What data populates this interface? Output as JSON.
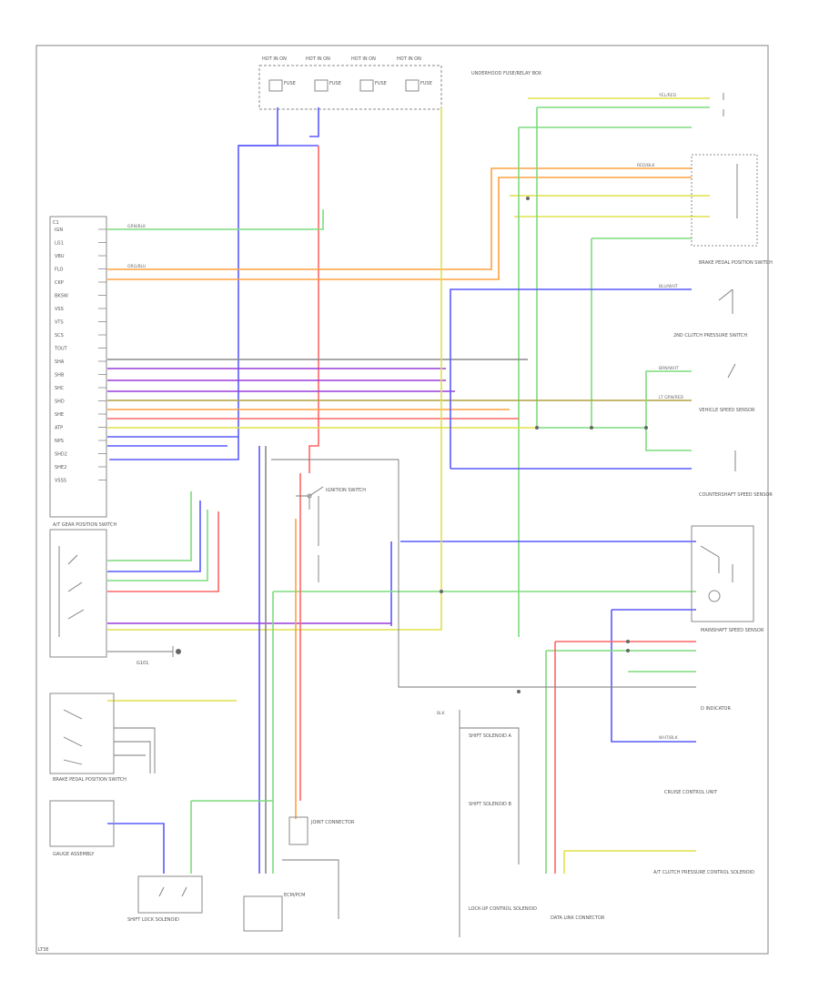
{
  "diagram": {
    "footer_code": "LT3E",
    "colors": {
      "blue": "#5a5aff",
      "violet": "#9a3cdc",
      "red": "#ff6666",
      "green": "#7ddc7d",
      "yellow": "#e0e04c",
      "orange": "#ffa040",
      "gray": "#8a8a8a"
    },
    "fuse_box_label": "UNDERHOOD FUSE/RELAY BOX",
    "fuses": [
      {
        "name": "HOT IN ON",
        "label": "FUSE"
      },
      {
        "name": "HOT IN ON",
        "label": "FUSE"
      },
      {
        "name": "HOT IN ON",
        "label": "FUSE"
      },
      {
        "name": "HOT IN ON",
        "label": "FUSE"
      }
    ],
    "pcm_connector": "C1",
    "pcm_pins": [
      "IGN",
      "LG1",
      "VBU",
      "FLO",
      "CKP",
      "BKSW",
      "VSS",
      "VTS",
      "SCS",
      "TOUT",
      "SHA",
      "SHB",
      "SHC",
      "SHD",
      "SHE",
      "ATP",
      "NPS",
      "SHD2",
      "SHE2",
      "VSSS"
    ],
    "wires": {
      "grn": "GRN/BLK",
      "org": "ORG/BLU",
      "yel": "YEL/RED",
      "red": "RED/BLK",
      "blu": "BLU/WHT",
      "brn": "BRN/WHT",
      "lt_grn": "LT GRN/RED",
      "wht": "WHT/BLK",
      "blk": "BLK"
    },
    "components": {
      "atp_switch": "A/T GEAR POSITION SWITCH",
      "shift_lock": "SHIFT LOCK SOLENOID",
      "brake_switch": "BRAKE PEDAL POSITION SWITCH",
      "speed_sensor": "VEHICLE SPEED SENSOR",
      "countershaft": "COUNTERSHAFT SPEED SENSOR",
      "mainshaft": "MAINSHAFT SPEED SENSOR",
      "cluster": "GAUGE ASSEMBLY",
      "d_indicator": "D INDICATOR",
      "dlc": "DATA LINK CONNECTOR",
      "ground": "G101",
      "ignition_switch": "IGNITION SWITCH",
      "ecm": "ECM/PCM",
      "pressure_switch": "2ND CLUTCH PRESSURE SWITCH",
      "solenoid_a": "SHIFT SOLENOID A",
      "solenoid_b": "SHIFT SOLENOID B",
      "lock_up": "LOCK-UP CONTROL SOLENOID",
      "junction": "JOINT CONNECTOR",
      "transmission": "A/T CLUTCH PRESSURE CONTROL SOLENOID",
      "cruise": "CRUISE CONTROL UNIT"
    }
  }
}
